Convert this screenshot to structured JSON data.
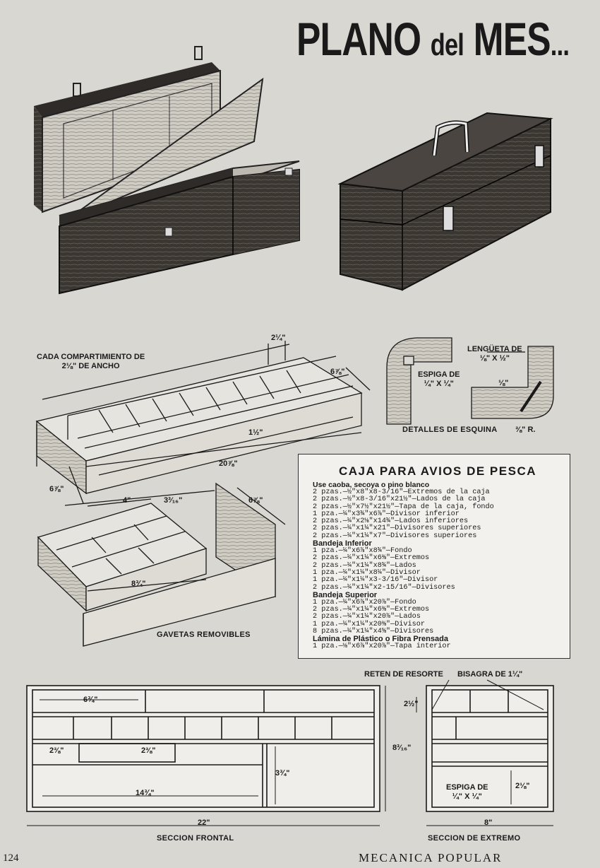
{
  "header": {
    "title_a": "PLANO",
    "title_b": "del",
    "title_c": "MES",
    "title_dots": "..."
  },
  "tray_drawing": {
    "compartment_note": "CADA COMPARTIMIENTO DE\n2⅛\" DE ANCHO",
    "dims": {
      "top_gap": "2¼\"",
      "depth": "6⅞\"",
      "divider": "1½\"",
      "length": "20⅞\""
    }
  },
  "corner_details": {
    "tongue": "LENGÜETA DE\n⅛\" X ½\"",
    "tenon": "ESPIGA DE\n¼\" X ¼\"",
    "eighth": "⅛\"",
    "radius": "⅜\" R.",
    "caption": "DETALLES DE ESQUINA"
  },
  "drawers_drawing": {
    "dims": {
      "side_depth": "6⅞\"",
      "inner": "4\"",
      "small": "3³⁄₁₆\"",
      "right_depth": "6⅞\"",
      "width": "8¾\""
    },
    "caption": "GAVETAS REMOVIBLES"
  },
  "bill_of_materials": {
    "title": "CAJA PARA AVIOS DE PESCA",
    "intro": "Use caoba, secoya o pino blanco",
    "groups": [
      {
        "heading": "",
        "lines": [
          "2 pzas.—½\"x8\"x8-3/16\"—Extremos de la caja",
          "2 pzas.—½\"x8-3/16\"x21½\"—Lados de la caja",
          "2 pzas.—½\"x7½\"x21½\"—Tapa de la caja, fondo",
          "1 pza.—¼\"x3¾\"x6⅞\"—Divisor inferior",
          "2 pzas.—¼\"x2⅛\"x14¾\"—Lados inferiores",
          "2 pzas.—¼\"x1¼\"x21\"—Divisores superiores",
          "2 pzas.—¼\"x1¼\"x7\"—Divisores superiores"
        ]
      },
      {
        "heading": "Bandeja Inferior",
        "lines": [
          "1 pza.—¼\"x6⅞\"x8¾\"—Fondo",
          "2 pzas.—¼\"x1¼\"x6⅜\"—Extremos",
          "2 pzas.—¼\"x1¼\"x8¾\"—Lados",
          "1 pza.—¼\"x1¼\"x8¼\"—Divisor",
          "1 pza.—¼\"x1¼\"x3-3/16\"—Divisor",
          "2 pzas.—¼\"x1¼\"x2-15/16\"—Divisores"
        ]
      },
      {
        "heading": "Bandeja Superior",
        "lines": [
          "1 pza.—¼\"x6⅞\"x20⅞\"—Fondo",
          "2 pzas.—¼\"x1¼\"x6⅜\"—Extremos",
          "2 pzas.—¼\"x1¼\"x20⅞\"—Lados",
          "1 pza.—¼\"x1¼\"x20⅜\"—Divisor",
          "8 pzas.—¼\"x1¼\"x4⅝\"—Divisores"
        ]
      },
      {
        "heading": "Lámina de Plástico o Fibra Prensada",
        "lines": [
          "1 pza.—⅛\"x6⅞\"x20⅞\"—Tapa interior"
        ]
      }
    ]
  },
  "front_section": {
    "dims": {
      "top": "6¾\"",
      "left_a": "2⅜\"",
      "left_b": "2⅜\"",
      "mid": "3¾\"",
      "bottom": "14¾\"",
      "width": "22\""
    },
    "caption": "SECCION FRONTAL"
  },
  "end_section": {
    "spring_catch": "RETEN DE RESORTE",
    "hinge": "BISAGRA DE 1¼\"",
    "dims": {
      "top": "2½\"",
      "height": "8³⁄₁₆\"",
      "inner": "2⅛\"",
      "width": "8\""
    },
    "tenon": "ESPIGA DE\n¼\" X ¼\"",
    "caption": "SECCION DE EXTREMO"
  },
  "footer": {
    "page_number": "124",
    "magazine": "MECANICA POPULAR"
  }
}
